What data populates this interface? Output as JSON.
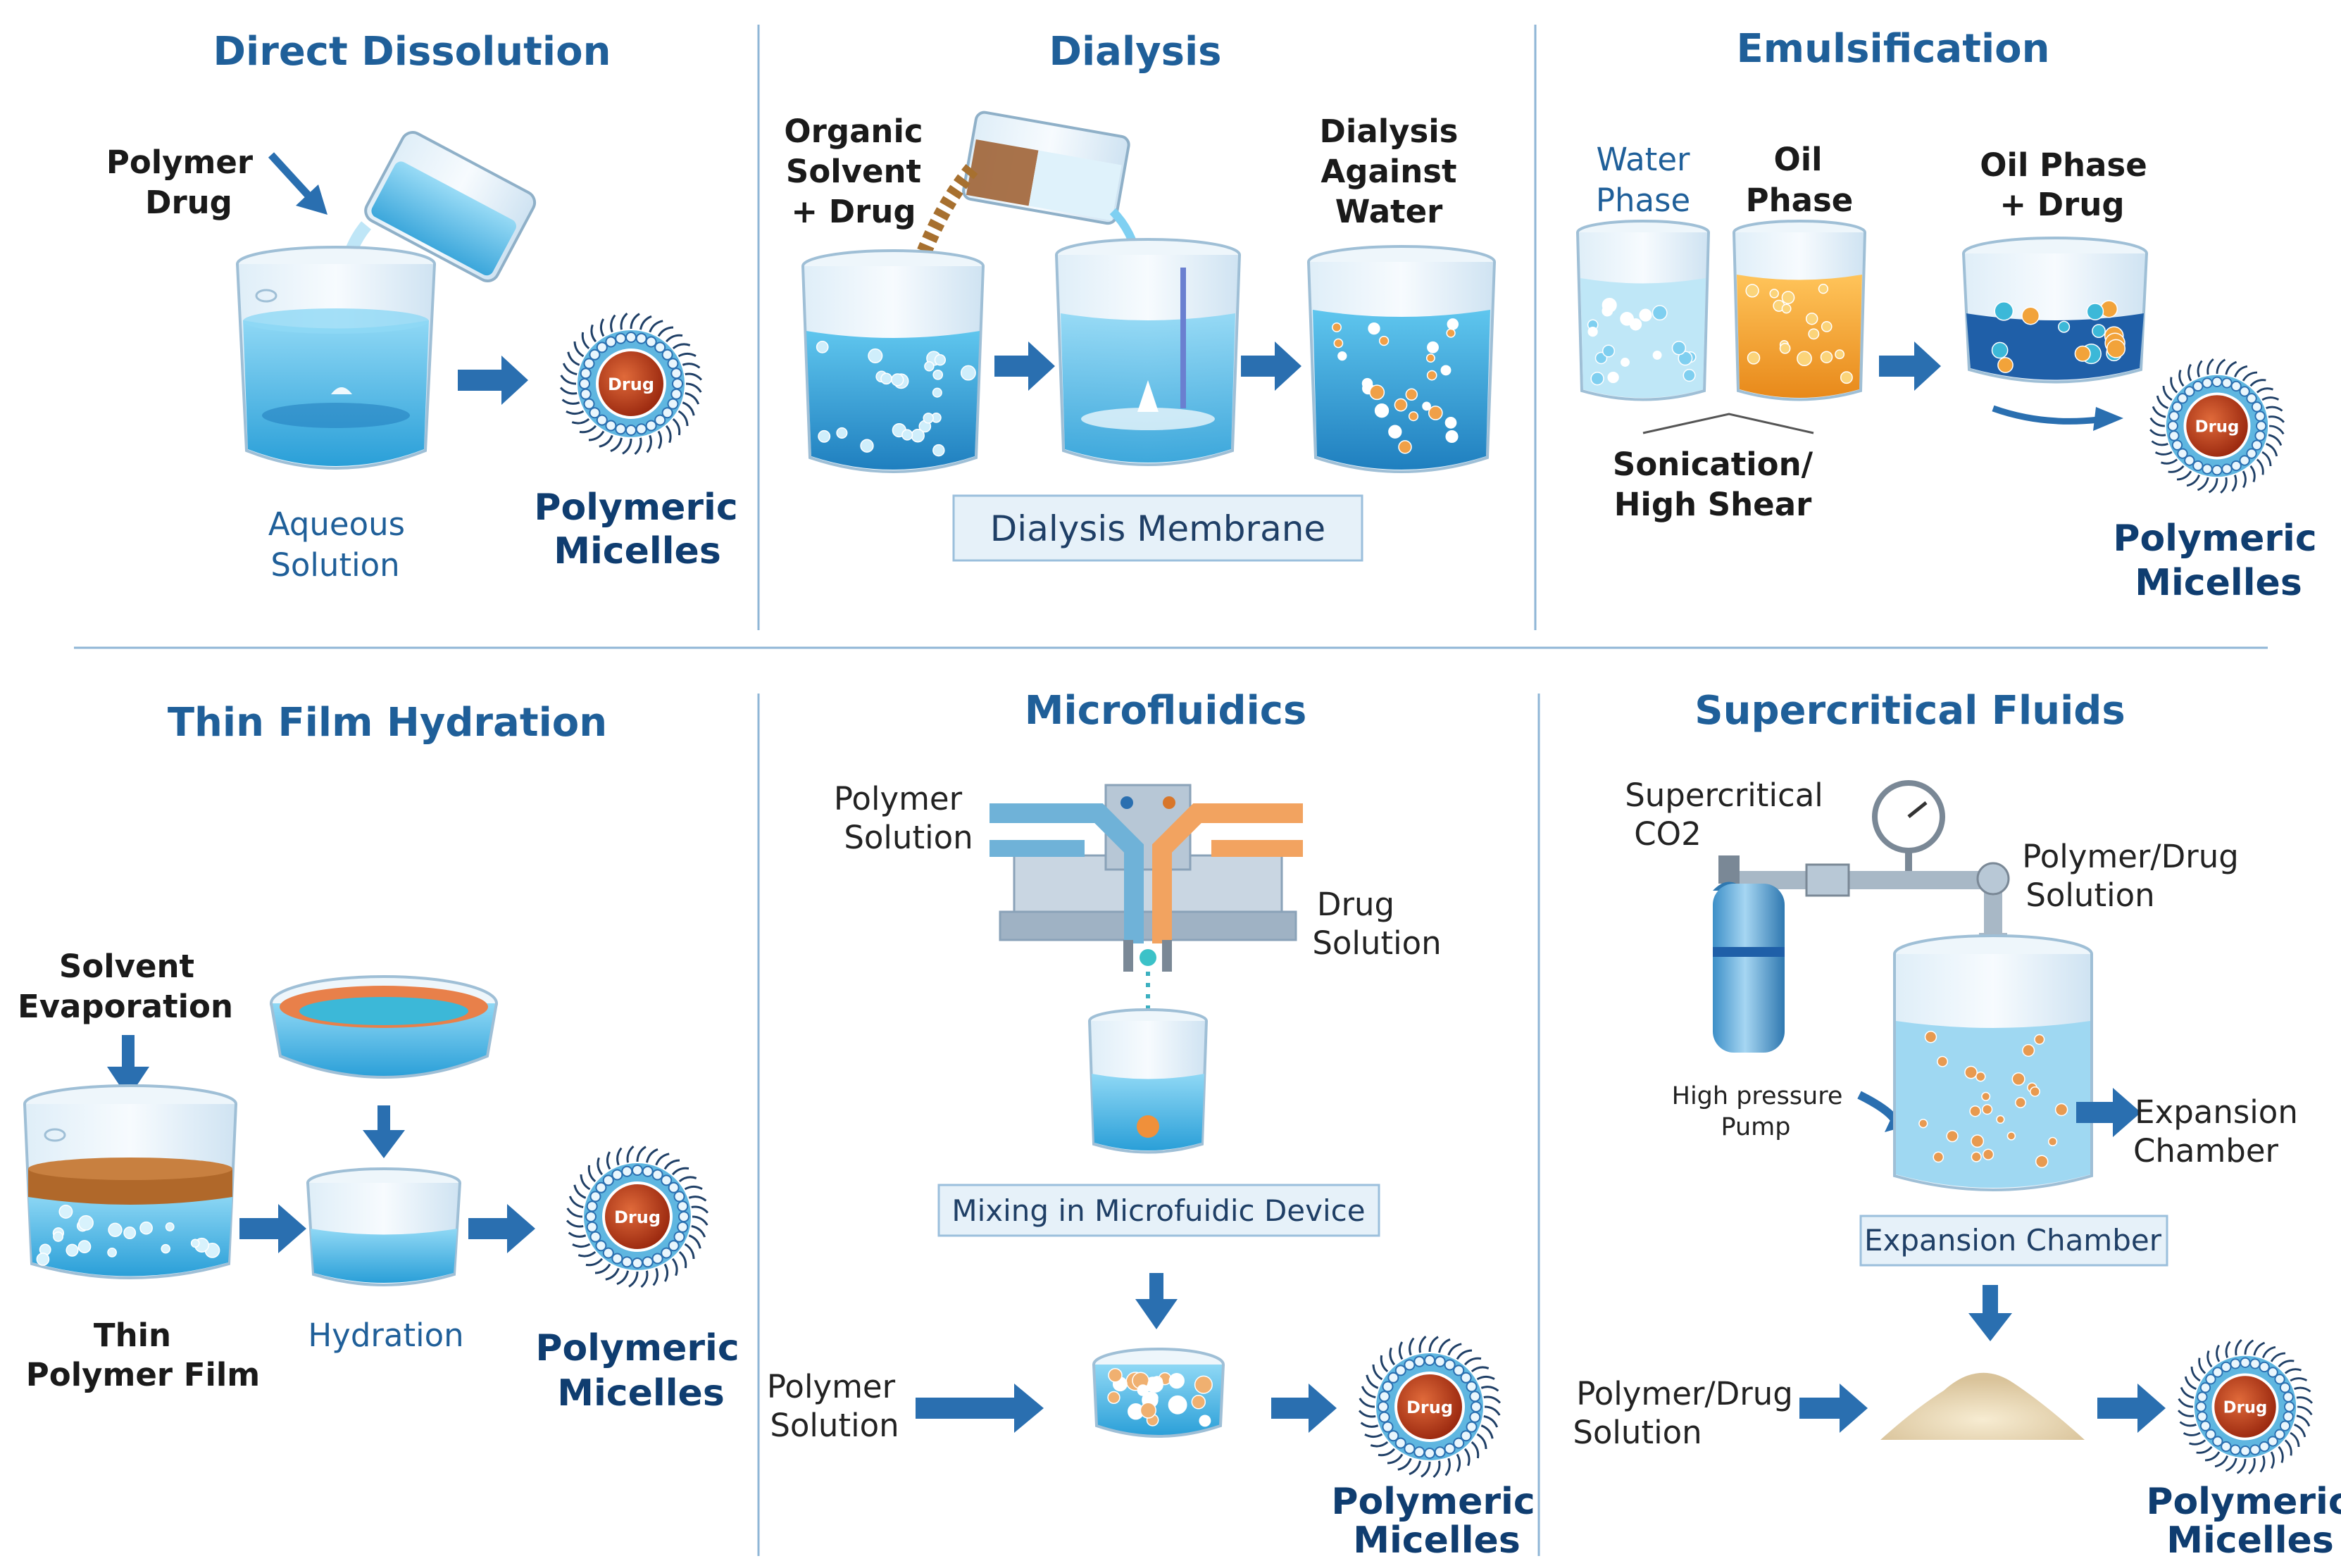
{
  "panels": {
    "direct": {
      "title": "Direct Dissolution",
      "polymer": "Polymer",
      "drug": "Drug",
      "aqueous1": "Aqueous",
      "aqueous2": "Solution",
      "pm1": "Polymeric",
      "pm2": "Micelles"
    },
    "dialysis": {
      "title": "Dialysis",
      "org1": "Organic",
      "org2": "Solvent",
      "org3": "+ Drug",
      "against1": "Dialysis",
      "against2": "Against",
      "against3": "Water",
      "membrane": "Dialysis Membrane"
    },
    "emulsification": {
      "title": "Emulsification",
      "water1": "Water",
      "water2": "Phase",
      "oil1": "Oil",
      "oil2": "Phase",
      "oildrug1": "Oil Phase",
      "oildrug2": "+ Drug",
      "son1": "Sonication/",
      "son2": "High Shear",
      "pm1": "Polymeric",
      "pm2": "Micelles"
    },
    "thinfilm": {
      "title": "Thin Film Hydration",
      "evap1": "Solvent",
      "evap2": "Evaporation",
      "film1": "Thin",
      "film2": "Polymer Film",
      "hydration": "Hydration",
      "pm1": "Polymeric",
      "pm2": "Micelles"
    },
    "microfluidics": {
      "title": "Microfluidics",
      "poly1": "Polymer",
      "poly2": "Solution",
      "drug1": "Drug",
      "drug2": "Solution",
      "mixing": "Mixing in Microfuidic Device",
      "bpoly1": "Polymer",
      "bpoly2": "Solution",
      "pm1": "Polymeric",
      "pm2": "Micelles"
    },
    "supercritical": {
      "title": "Supercritical Fluids",
      "sc1": "Supercritical",
      "sc2": "CO2",
      "pd1": "Polymer/Drug",
      "pd2": "Solution",
      "pump1": "High pressure",
      "pump2": "Pump",
      "exp1": "Expansion",
      "exp2": "Chamber",
      "chamber": "Expansion Chamber",
      "bpd1": "Polymer/Drug",
      "bpd2": "Solution",
      "pm1": "Polymeric",
      "pm2": "Micelles"
    }
  },
  "micelle_label": "Drug",
  "colors": {
    "title": "#1f5f99",
    "arrow": "#2a6fb0",
    "water": "#4db8e8",
    "oil": "#f2a33a",
    "drug_core": "#b83a1a",
    "divider": "#8fb6d6"
  }
}
